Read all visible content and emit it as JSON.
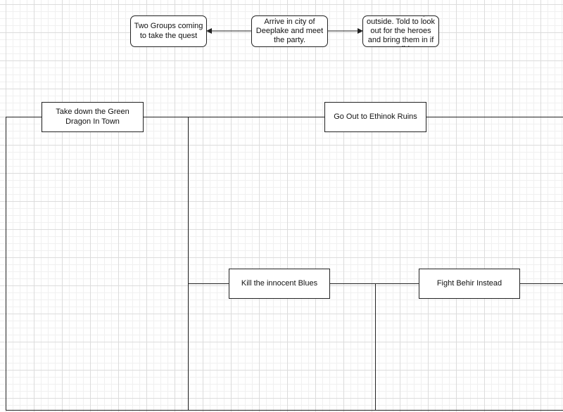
{
  "diagram": {
    "nodes": {
      "two_groups": "Two Groups coming to take the quest",
      "arrive": "Arrive in city of Deeplake and meet the party.",
      "buho": "Buho with a cart just outside. Told to look out for the heroes and bring them in if possible.",
      "green_dragon": "Take down the Green Dragon In Town",
      "ethinok": "Go Out to Ethinok Ruins",
      "kill_blues": "Kill the innocent Blues",
      "fight_behir": "Fight Behir Instead"
    },
    "colors": {
      "grid_major": "#dcdcdc",
      "grid_minor": "#f0f0f0",
      "stroke": "#222222",
      "node_fill": "#ffffff"
    }
  }
}
